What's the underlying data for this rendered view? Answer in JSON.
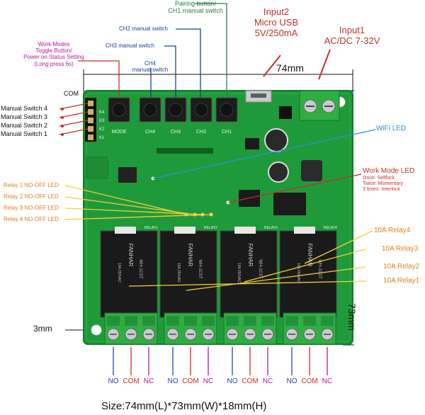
{
  "callouts": {
    "pairing": "Pairing button/",
    "ch1_switch": "CH1 manual switch",
    "ch2_switch": "CH2 manual switch",
    "ch3_switch": "CH3 manual switch",
    "ch4_top": "CH4",
    "ch4_bottom": "manual switch",
    "work_modes_1": "Work Modes",
    "work_modes_2": "Toggle Button/",
    "work_modes_3": "Power on Status Setting",
    "work_modes_4": "(Long press 6s)",
    "input2_1": "Input2",
    "input2_2": "Micro USB",
    "input2_3": "5V/250mA",
    "input1_1": "Input1",
    "input1_2": "AC/DC 7-32V",
    "wifi_led": "WiFi LED",
    "work_mode_led": "Work Mode LED",
    "once": "Once: Selflock",
    "twice": "Twice: Momentary",
    "thrice": "3 times: Interlock",
    "com": "COM",
    "ms4": "Manual Switch 4",
    "ms3": "Manual Switch 3",
    "ms2": "Manual Switch 2",
    "ms1": "Manual Switch 1",
    "led1": "Relay 1 NO-OFF LED",
    "led2": "Relay 2 NO-OFF LED",
    "led3": "Relay 3 NO-OFF LED",
    "led4": "Relay 4 NO-OFF LED",
    "relay4": "10A Relay4",
    "relay3": "10A Relay3",
    "relay2": "10A Relay2",
    "relay1": "10A Relay1"
  },
  "dims": {
    "width": "74mm",
    "height": "73mm",
    "hole": "3mm",
    "size": "Size:74mm(L)*73mm(W)*18mm(H)"
  },
  "terminals": [
    "NO",
    "COM",
    "NC",
    "NO",
    "COM",
    "NC",
    "NO",
    "COM",
    "NC",
    "NO",
    "COM",
    "NC"
  ],
  "board": {
    "buttons": [
      "MODE",
      "CH4",
      "CH3",
      "CH2",
      "CH1"
    ],
    "header_labels": [
      "K4",
      "K3",
      "K2",
      "K1"
    ],
    "relay_brand": "FANHAR",
    "relay_model": "WH-1CST",
    "relay_rating": "10A 250VAC",
    "relay_labels": [
      "RELAY1",
      "RELAY2",
      "RELAY3",
      "RELAY4"
    ]
  },
  "colors": {
    "pcb": "#1f9a3a",
    "pcb_edge": "#137a2a",
    "relay": "#1a1a1a",
    "terminal": "#2fae42",
    "pairing": "#2a7d4f",
    "switch_line": "#1d3f8f",
    "work_modes": "#b5179e",
    "input": "#c0322a",
    "wifi": "#2b8fd6",
    "led_orange": "#e0801f"
  }
}
